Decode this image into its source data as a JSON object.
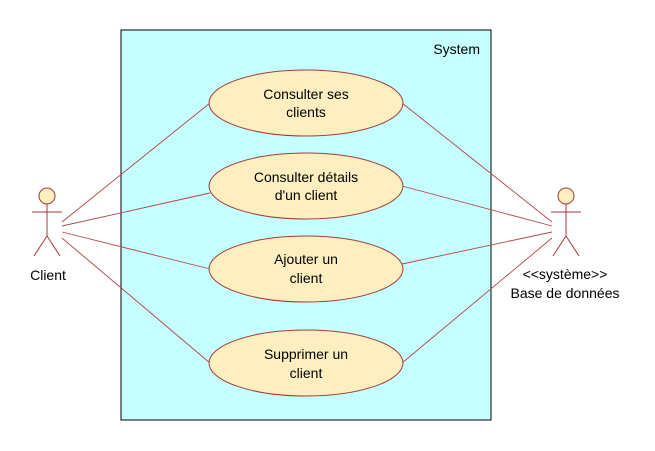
{
  "system": {
    "label": "System"
  },
  "use_cases": [
    {
      "line1": "Consulter ses",
      "line2": "clients"
    },
    {
      "line1": "Consulter détails",
      "line2": "d'un client"
    },
    {
      "line1": "Ajouter un",
      "line2": "client"
    },
    {
      "line1": "Supprimer un",
      "line2": "client"
    }
  ],
  "actors": {
    "client": {
      "label": "Client"
    },
    "database": {
      "stereotype": "<<système>>",
      "label": "Base de données"
    }
  },
  "colors": {
    "system_fill": "#c6ffff",
    "use_case_fill": "#ffefc0",
    "line": "#a33a3a"
  }
}
